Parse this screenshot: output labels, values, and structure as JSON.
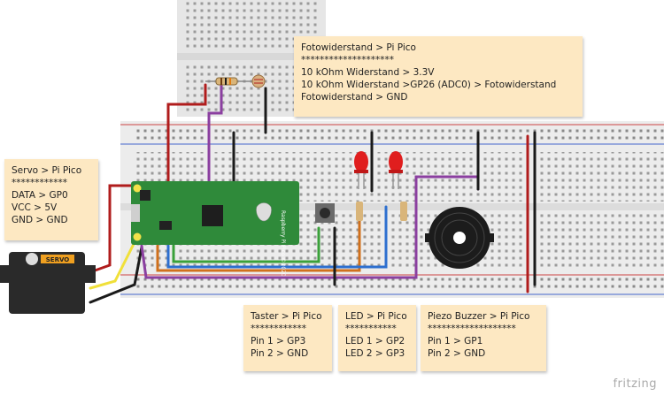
{
  "title": "Pi Pico Breadboard Wiring Diagram",
  "notes": {
    "photoresistor": {
      "title": "Fotowiderstand > Pi Pico",
      "separator": "********************",
      "lines": [
        "10 kOhm Widerstand > 3.3V",
        "10 kOhm Widerstand >GP26 (ADC0) > Fotowiderstand",
        "Fotowiderstand > GND"
      ]
    },
    "servo": {
      "title": "Servo > Pi Pico",
      "separator": "************",
      "lines": [
        "DATA > GP0",
        "VCC > 5V",
        "GND > GND"
      ]
    },
    "button": {
      "title": "Taster > Pi Pico",
      "separator": "************",
      "lines": [
        "Pin 1 > GP3",
        "Pin 2 > GND"
      ]
    },
    "led": {
      "title": "LED > Pi Pico",
      "separator": "***********",
      "lines": [
        "LED 1 > GP2",
        "LED 2 > GP3"
      ]
    },
    "buzzer": {
      "title": "Piezo Buzzer > Pi Pico",
      "separator": "*******************",
      "lines": [
        "Pin 1 > GP1",
        "Pin 2 > GND"
      ]
    }
  },
  "components": {
    "servo_label": "SERVO",
    "pico_label": "Raspberry Pi Pico ©2020"
  },
  "colors": {
    "note_bg": "#fde8c2",
    "breadboard": "#ececec",
    "wire_red": "#b01c1c",
    "wire_black": "#1a1a1a",
    "wire_purple": "#8b3fa0",
    "wire_green": "#3aa13a",
    "wire_blue": "#2d6fcf",
    "wire_orange": "#d0701c",
    "wire_yellow": "#f0e03a",
    "pico_green": "#2f8a3a",
    "led_red": "#e01e1e"
  },
  "brand": "fritzing"
}
